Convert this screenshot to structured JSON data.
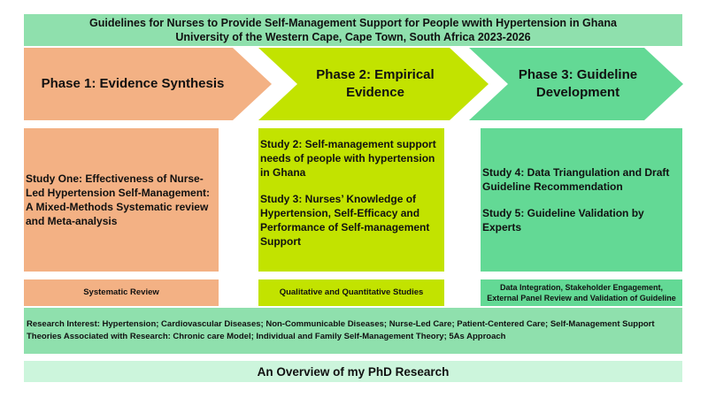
{
  "header": {
    "title": "Guidelines for Nurses to Provide Self-Management Support for People wwith Hypertension in Ghana",
    "subtitle": "University of the Western Cape, Cape Town, South Africa 2023-2026"
  },
  "phases": [
    {
      "label": "Phase 1: Evidence Synthesis",
      "color": "#f3b184"
    },
    {
      "label": "Phase 2: Empirical Evidence",
      "color": "#c2e300"
    },
    {
      "label": "Phase 3: Guideline Development",
      "color": "#63d995"
    }
  ],
  "studies": {
    "phase1": [
      "Study One: Effectiveness of Nurse-Led Hypertension Self-Management: A Mixed-Methods Systematic review and Meta-analysis"
    ],
    "phase2": [
      "Study 2: Self-management support needs of people with hypertension in Ghana",
      "Study 3: Nurses’ Knowledge of Hypertension, Self-Efficacy and Performance of Self-management Support"
    ],
    "phase3": [
      "Study 4: Data Triangulation and Draft Guideline Recommendation",
      "Study 5: Guideline Validation by Experts"
    ]
  },
  "methods": {
    "phase1": "Systematic Review",
    "phase2": "Qualitative and Quantitative Studies",
    "phase3_line1": "Data Integration, Stakeholder Engagement,",
    "phase3_line2": "External Panel Review and Validation of Guideline"
  },
  "research": {
    "interest": "Research Interest: Hypertension; Cardiovascular Diseases; Non-Communicable Diseases; Nurse-Led Care; Patient-Centered Care; Self-Management Support",
    "theories": "Theories Associated with Research: Chronic care Model; Individual and Family Self-Management Theory; 5As Approach"
  },
  "footer": "An Overview of my PhD Research"
}
